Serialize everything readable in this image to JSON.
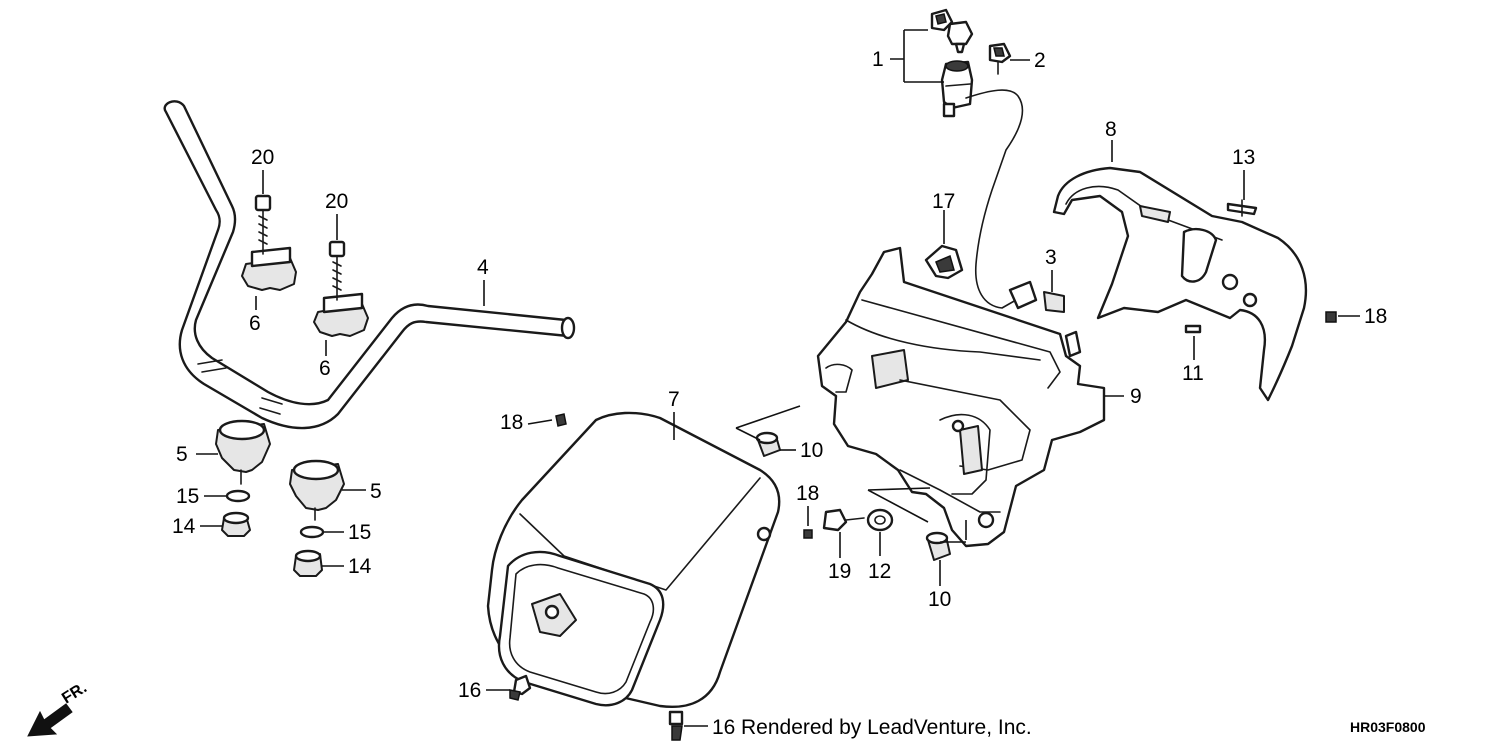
{
  "diagram": {
    "callouts": {
      "c1": "1",
      "c2": "2",
      "c3": "3",
      "c4": "4",
      "c5a": "5",
      "c5b": "5",
      "c6a": "6",
      "c6b": "6",
      "c7": "7",
      "c8": "8",
      "c9": "9",
      "c10a": "10",
      "c10b": "10",
      "c11": "11",
      "c12": "12",
      "c13": "13",
      "c14a": "14",
      "c14b": "14",
      "c15a": "15",
      "c15b": "15",
      "c16a": "16",
      "c16b": "16",
      "c17": "17",
      "c18a": "18",
      "c18b": "18",
      "c18c": "18",
      "c19": "19",
      "c20a": "20",
      "c20b": "20"
    },
    "credit": "Rendered by LeadVenture, Inc.",
    "diagram_code": "HR03F0800",
    "front_label": "FR."
  }
}
